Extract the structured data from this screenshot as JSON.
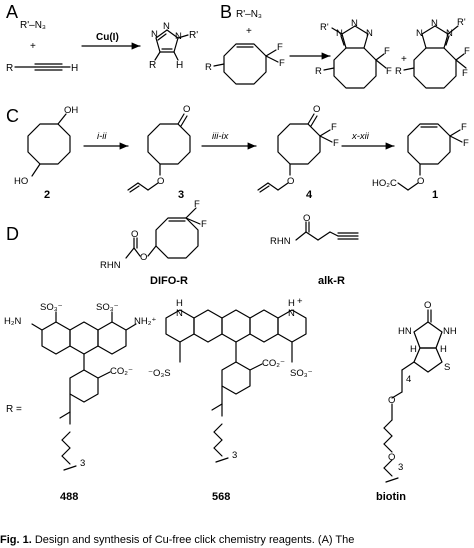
{
  "panels": {
    "a": "A",
    "b": "B",
    "c": "C",
    "d": "D"
  },
  "panel_a": {
    "azide": "R'–N₃",
    "plus": "+",
    "alkyne_r": "R",
    "alkyne_h": "H",
    "catalyst": "Cu(I)",
    "product_r": "R",
    "product_h": "H",
    "product_rprime": "R'",
    "n_atom": "N"
  },
  "panel_b": {
    "azide": "R'–N₃",
    "plus": "+",
    "f": "F",
    "r": "R",
    "rprime": "R'",
    "n_atom": "N"
  },
  "panel_c": {
    "oh": "OH",
    "ho": "HO",
    "o": "O",
    "f": "F",
    "step1": "i-ii",
    "step2": "iii-ix",
    "step3": "x-xii",
    "ho2c": "HO₂C",
    "compounds": [
      "2",
      "3",
      "4",
      "1"
    ]
  },
  "panel_d": {
    "rhn": "RHN",
    "o": "O",
    "f": "F",
    "difo_name": "DIFO-R",
    "alk_name": "alk-R",
    "r_equals": "R  =",
    "dye488": {
      "so3a": "SO₃⁻",
      "so3b": "SO₃⁻",
      "h2n": "H₂N",
      "nh2": "NH₂⁺",
      "co2": "CO₂⁻",
      "name": "488",
      "sub": "3"
    },
    "dye568": {
      "h_left": "H",
      "h_right": "H",
      "n": "N",
      "plus": "+",
      "so3a": "⁻O₃S",
      "so3b": "SO₃⁻",
      "co2": "CO₂⁻",
      "name": "568",
      "sub": "3"
    },
    "biotin": {
      "hn": "HN",
      "nh": "NH",
      "h1": "H",
      "h2": "H",
      "s": "S",
      "o": "O",
      "name": "biotin",
      "sub4": "4",
      "sub3": "3"
    }
  },
  "caption": {
    "label": "Fig. 1.",
    "text": "Design and synthesis of Cu-free click chemistry reagents. (A) The"
  }
}
